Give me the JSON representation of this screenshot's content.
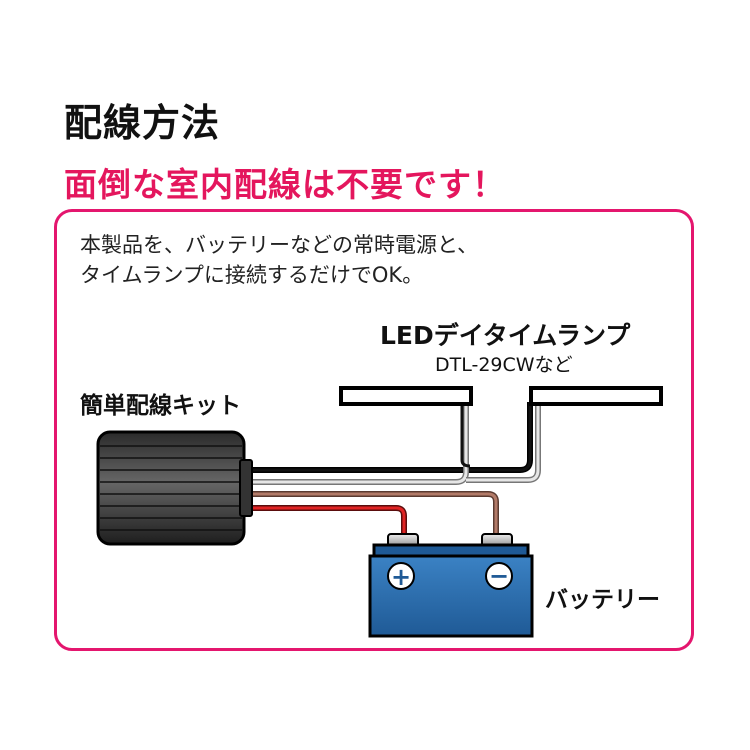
{
  "title": "配線方法",
  "subtitle": "面倒な室内配線は不要です！",
  "description": {
    "line1": "本製品を、バッテリーなどの常時電源と、",
    "line2": "タイムランプに接続するだけでOK。"
  },
  "lamp": {
    "name": "LEDデイタイムランプ",
    "model": "DTL-29CWなど"
  },
  "kit": {
    "name": "簡単配線キット"
  },
  "battery": {
    "name": "バッテリー",
    "positive_symbol": "+",
    "negative_symbol": "−"
  },
  "colors": {
    "accent_pink": "#e4166e",
    "subtitle_red": "#e4165d",
    "battery_blue": "#2a6db0",
    "wire_red": "#d42020",
    "wire_brown": "#a0685a",
    "wire_gray": "#b8b8b8",
    "wire_black": "#111111"
  }
}
